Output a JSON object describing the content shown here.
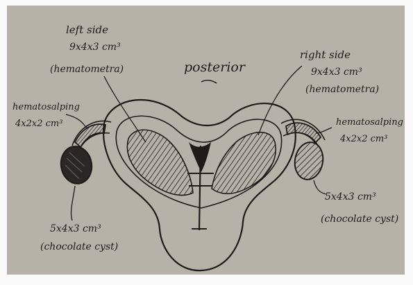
{
  "diagram": {
    "colors": {
      "paper": "#b7b2a8",
      "ink": "#1d1a18",
      "border": "#fafafa"
    },
    "labels": {
      "posterior": "posterior",
      "left_side_title": "left side",
      "left_side_size": "9x4x3 cm³",
      "left_side_note": "(hematometra)",
      "right_side_title": "right side",
      "right_side_size": "9x4x3 cm³",
      "right_side_note": "(hematometra)",
      "left_tube_title": "hematosalping",
      "left_tube_size": "4x2x2 cm³",
      "right_tube_title": "hematosalping",
      "right_tube_size": "4x2x2 cm³",
      "left_cyst_size": "5x4x3 cm³",
      "left_cyst_note": "(chocolate cyst)",
      "right_cyst_size": "5x4x3 cm³",
      "right_cyst_note": "(chocolate cyst)"
    }
  }
}
